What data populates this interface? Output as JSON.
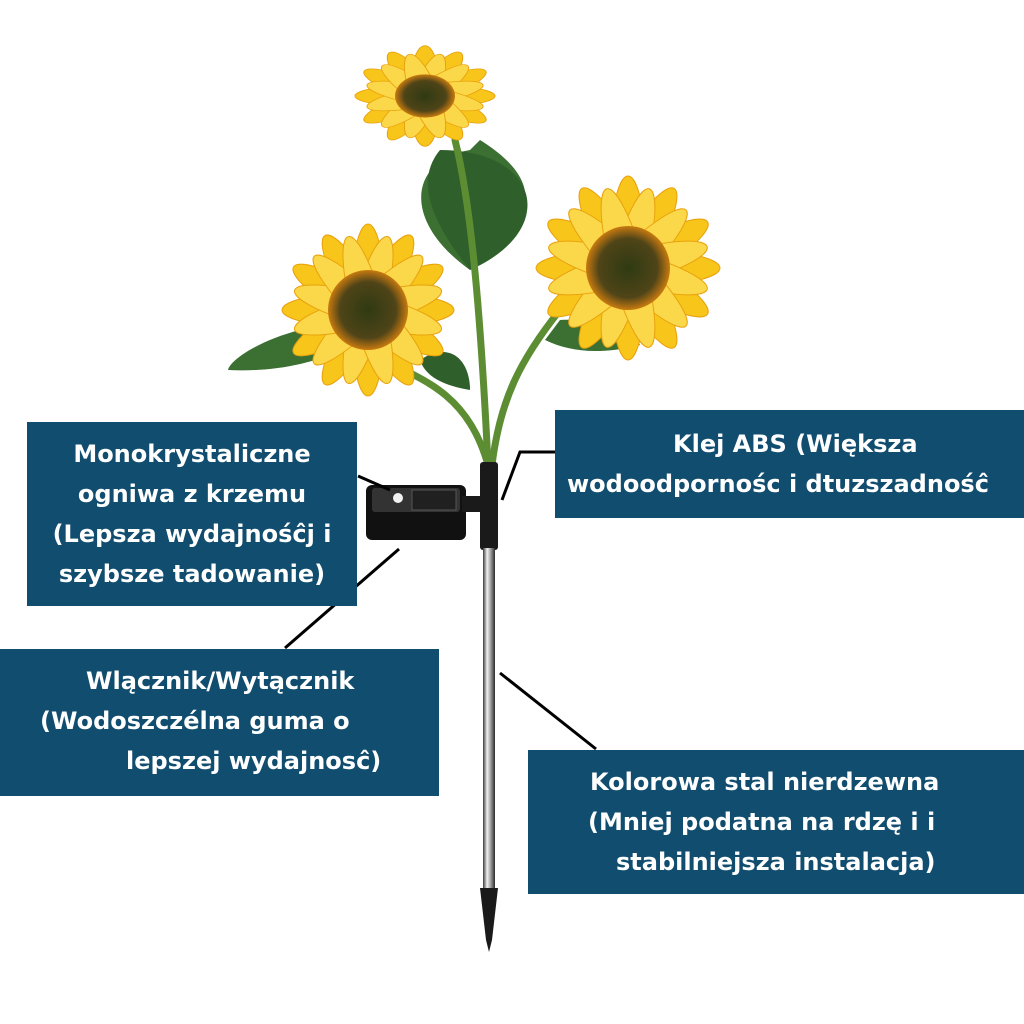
{
  "labels": {
    "solar_panel": {
      "line1": "Monokrystaliczne",
      "line2": "ogniwa z krzemu",
      "line3": "(Lepsza wydajnośĉj i",
      "line4": "szybsze tadowanie)"
    },
    "switch": {
      "line1": "Wlącznik/Wytącznik",
      "line2": "(Wodoszczélna guma o",
      "line3": "lepszej wydajnosĉ)"
    },
    "abs": {
      "line1": "Klej ABS (Większa",
      "line2": "wodoodpornośc i dtuzszadnośĉ"
    },
    "steel": {
      "line1": "Kolorowa stal nierdzewna",
      "line2": "(Mniej podatna na rdzę i i",
      "line3": "stabilniejsza instalacja)"
    }
  },
  "colors": {
    "label_background": "#114d6f",
    "label_text": "#ffffff",
    "petal": "#f8c51a",
    "flower_center": "#4f4418",
    "leaf": "#3b7032",
    "stem": "#5d8d33",
    "stake": "#1a1a1a"
  }
}
